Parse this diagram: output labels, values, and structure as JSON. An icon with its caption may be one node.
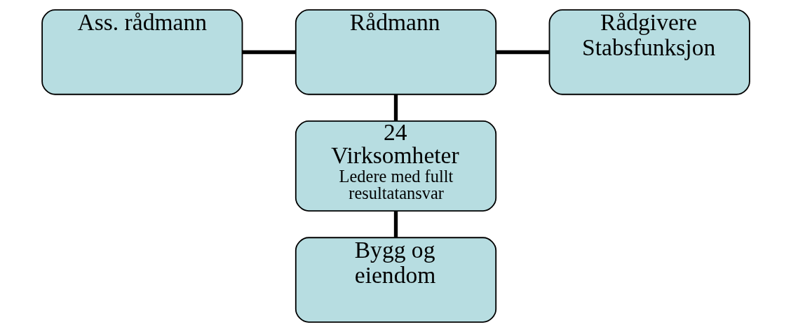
{
  "diagram": {
    "nodes": [
      {
        "text": [
          "Ass. rådmann"
        ]
      },
      {
        "text": [
          "Rådmann"
        ]
      },
      {
        "text": [
          "Rådgivere Stabsfunksjon"
        ]
      },
      {
        "text": [
          "24 Virksomheter",
          "Ledere med fullt resultatansvar"
        ]
      },
      {
        "text": [
          "Bygg og eiendom"
        ]
      }
    ],
    "edges": [
      {
        "from": 0,
        "to": 1,
        "arrow": "none"
      },
      {
        "from": 1,
        "to": 2,
        "arrow": "none"
      },
      {
        "from": 1,
        "to": 3,
        "arrow": "none"
      },
      {
        "from": 3,
        "to": 4,
        "arrow": "none"
      }
    ]
  }
}
